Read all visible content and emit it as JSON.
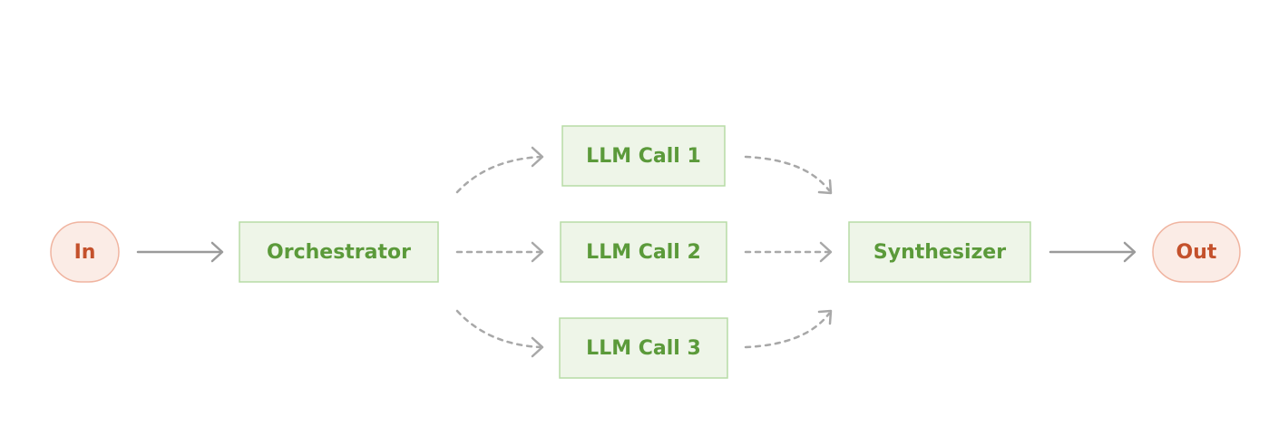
{
  "diagram": {
    "input": {
      "label": "In"
    },
    "orchestrator": {
      "label": "Orchestrator"
    },
    "workers": [
      {
        "label": "LLM Call 1"
      },
      {
        "label": "LLM Call 2"
      },
      {
        "label": "LLM Call 3"
      }
    ],
    "synthesizer": {
      "label": "Synthesizer"
    },
    "output": {
      "label": "Out"
    }
  },
  "colors": {
    "terminal_fill": "#FBECE6",
    "terminal_stroke": "#F0B4A0",
    "terminal_text": "#C4512C",
    "node_fill": "#EEF5E8",
    "node_stroke": "#B7DCA5",
    "node_text": "#5B9A3A",
    "arrow_solid": "#9B9B9B",
    "arrow_dashed": "#A8A8A8"
  }
}
